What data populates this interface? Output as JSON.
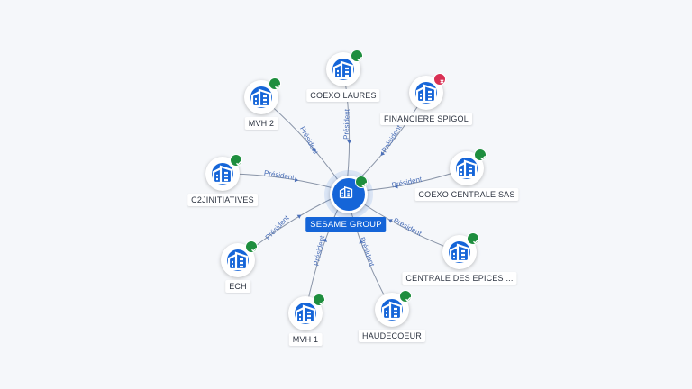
{
  "center": {
    "label": "SESAME GROUP",
    "icon": "building-icon",
    "status": "verified"
  },
  "relation_label": "Président",
  "nodes": [
    {
      "id": "coexo-laures",
      "label": "COEXO LAURES",
      "status": "verified"
    },
    {
      "id": "financiere-spigol",
      "label": "FINANCIERE SPIGOL",
      "status": "closed"
    },
    {
      "id": "coexo-centrale-sas",
      "label": "COEXO CENTRALE SAS",
      "status": "verified"
    },
    {
      "id": "centrale-des-epices",
      "label": "CENTRALE DES EPICES ...",
      "status": "verified"
    },
    {
      "id": "haudecoeur",
      "label": "HAUDECOEUR",
      "status": "verified"
    },
    {
      "id": "mvh-1",
      "label": "MVH 1",
      "status": "verified"
    },
    {
      "id": "ech",
      "label": "ECH",
      "status": "verified"
    },
    {
      "id": "c2jinitiatives",
      "label": "C2JINITIATIVES",
      "status": "verified"
    },
    {
      "id": "mvh-2",
      "label": "MVH 2",
      "status": "verified"
    }
  ],
  "colors": {
    "accent": "#1565d8",
    "verified": "#1e8e3e",
    "closed": "#d93054",
    "edge": "#8a95a8"
  }
}
